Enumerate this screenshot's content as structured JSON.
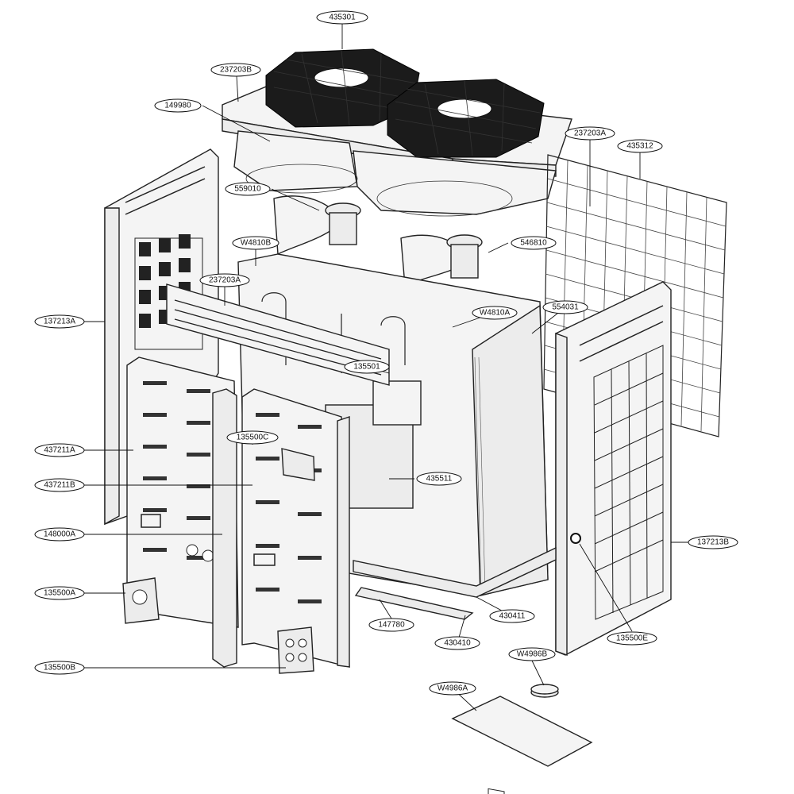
{
  "labels": [
    {
      "id": "435301",
      "text": "435301"
    },
    {
      "id": "237203B",
      "text": "237203B"
    },
    {
      "id": "149980",
      "text": "149980"
    },
    {
      "id": "237203A_top",
      "text": "237203A"
    },
    {
      "id": "435312",
      "text": "435312"
    },
    {
      "id": "559010",
      "text": "559010"
    },
    {
      "id": "W4810B",
      "text": "W4810B"
    },
    {
      "id": "546810",
      "text": "546810"
    },
    {
      "id": "237203A_front",
      "text": "237203A"
    },
    {
      "id": "554031",
      "text": "554031"
    },
    {
      "id": "W4810A",
      "text": "W4810A"
    },
    {
      "id": "137213A",
      "text": "137213A"
    },
    {
      "id": "135501",
      "text": "135501"
    },
    {
      "id": "135500C",
      "text": "135500C"
    },
    {
      "id": "437211A",
      "text": "437211A"
    },
    {
      "id": "437211B",
      "text": "437211B"
    },
    {
      "id": "435511",
      "text": "435511"
    },
    {
      "id": "148000A",
      "text": "148000A"
    },
    {
      "id": "137213B",
      "text": "137213B"
    },
    {
      "id": "135500A",
      "text": "135500A"
    },
    {
      "id": "147780",
      "text": "147780"
    },
    {
      "id": "430411",
      "text": "430411"
    },
    {
      "id": "135500E",
      "text": "135500E"
    },
    {
      "id": "430410",
      "text": "430410"
    },
    {
      "id": "W4986B",
      "text": "W4986B"
    },
    {
      "id": "W4986A",
      "text": "W4986A"
    },
    {
      "id": "135500B",
      "text": "135500B"
    }
  ]
}
